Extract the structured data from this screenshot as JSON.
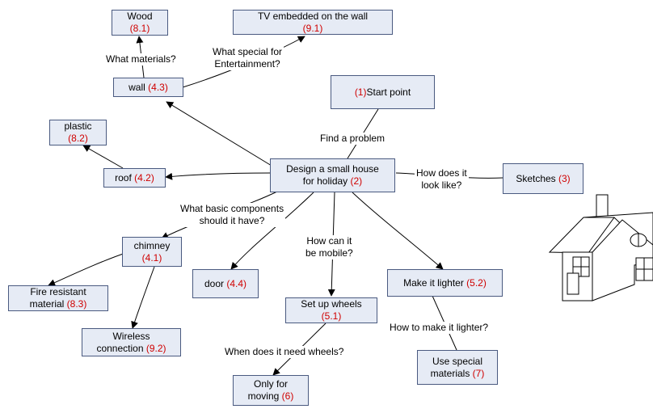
{
  "nodes": {
    "start": {
      "text": "Start point",
      "num": "(1)"
    },
    "design": {
      "line1": "Design a small house",
      "line2": "for holiday",
      "num": "(2)"
    },
    "sketches": {
      "text": "Sketches",
      "num": "(3)"
    },
    "wall": {
      "text": "wall",
      "num": "(4.3)"
    },
    "roof": {
      "text": "roof",
      "num": "(4.2)"
    },
    "chimney": {
      "text": "chimney",
      "num": "(4.1)"
    },
    "door": {
      "text": "door",
      "num": "(4.4)"
    },
    "wheels": {
      "text": "Set up wheels",
      "num": "(5.1)"
    },
    "lighter": {
      "text": "Make it lighter",
      "num": "(5.2)"
    },
    "moving": {
      "line1": "Only for",
      "line2": "moving",
      "num": "(6)"
    },
    "special": {
      "line1": "Use special",
      "line2": "materials",
      "num": "(7)"
    },
    "wood": {
      "text": "Wood",
      "num": "(8.1)"
    },
    "plastic": {
      "text": "plastic",
      "num": "(8.2)"
    },
    "fire": {
      "line1": "Fire resistant",
      "line2": "material",
      "num": "(8.3)"
    },
    "tv": {
      "text": "TV embedded on the wall",
      "num": "(9.1)"
    },
    "wireless": {
      "line1": "Wireless",
      "line2": "connection",
      "num": "(9.2)"
    }
  },
  "labels": {
    "find_problem": "Find a problem",
    "look_like_1": "How does it",
    "look_like_2": "look like?",
    "basic_1": "What basic components",
    "basic_2": "should it have?",
    "mobile_1": "How can it",
    "mobile_2": "be mobile?",
    "materials": "What materials?",
    "entertain_1": "What special for",
    "entertain_2": "Entertainment?",
    "how_lighter": "How to make it lighter?",
    "when_wheels": "When does it need wheels?"
  },
  "colors": {
    "node_fill": "#e6ebf5",
    "node_border": "#4a5a80",
    "number_text": "#d00000",
    "edge": "#000000"
  },
  "icons": {
    "house": "house-sketch-icon"
  }
}
